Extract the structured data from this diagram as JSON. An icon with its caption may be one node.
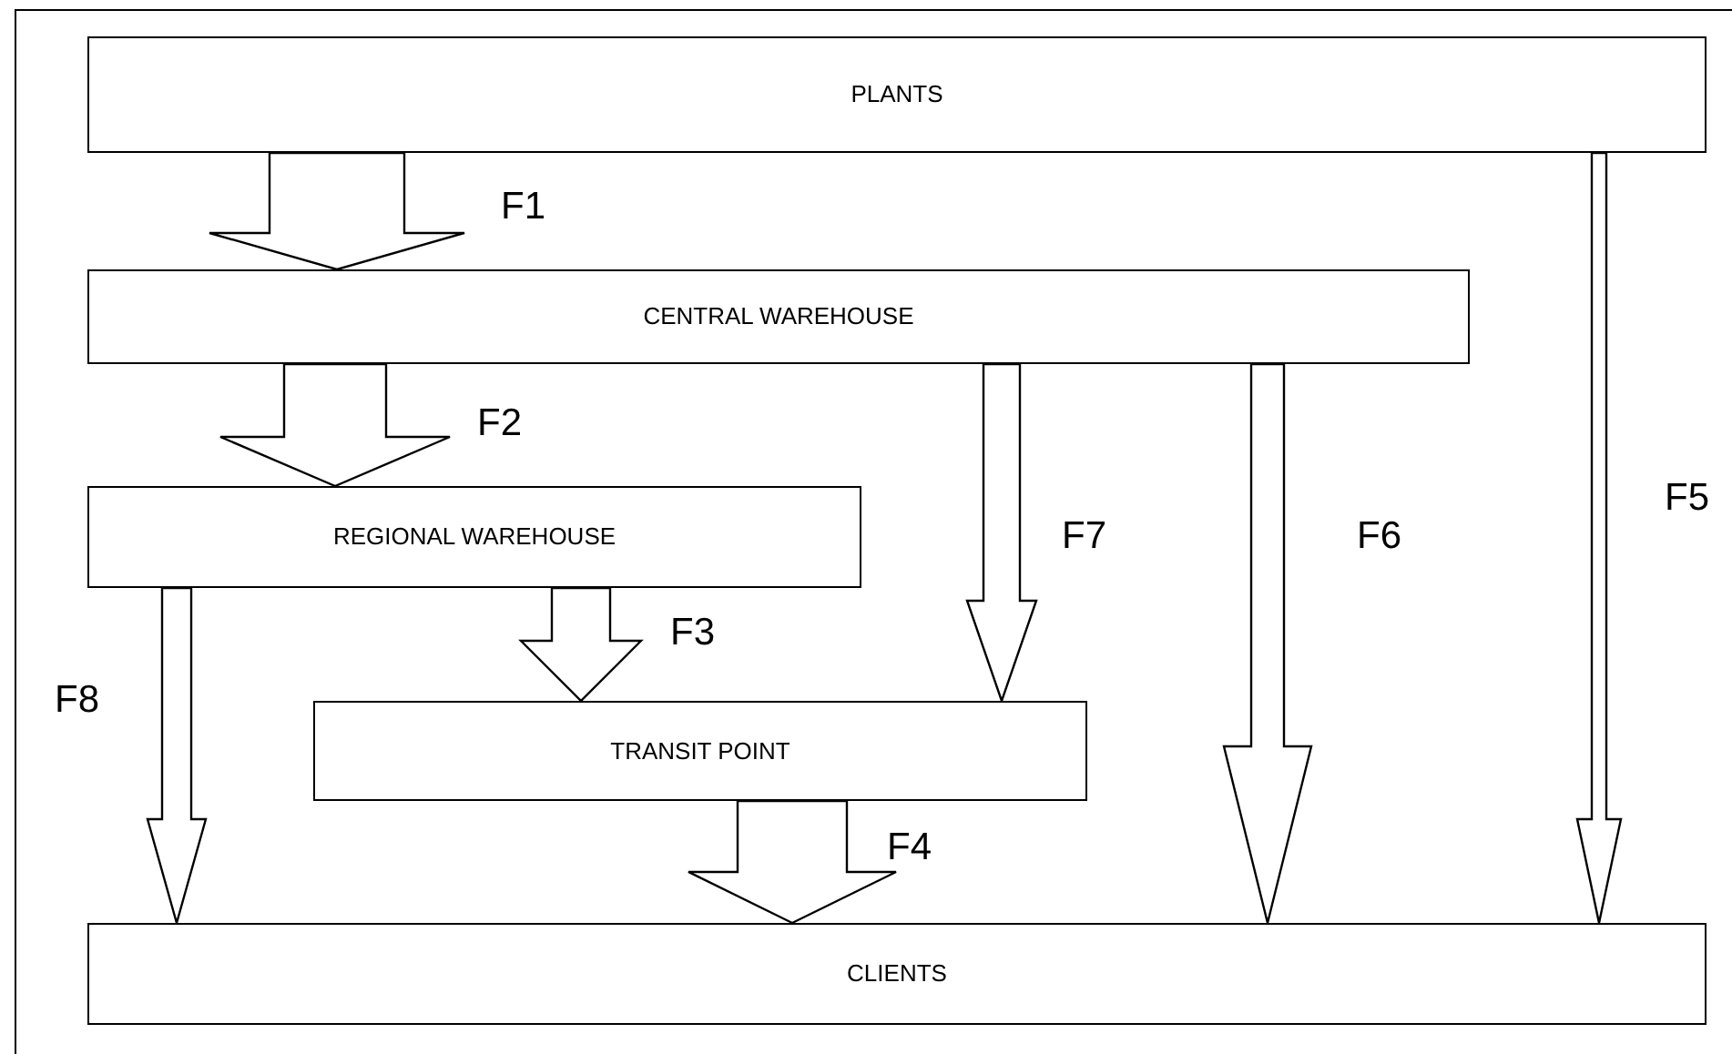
{
  "diagram": {
    "nodes": [
      {
        "text": [
          "PLANTS"
        ]
      },
      {
        "text": [
          "CENTRAL WAREHOUSE"
        ]
      },
      {
        "text": [
          "REGIONAL WAREHOUSE"
        ]
      },
      {
        "text": [
          "TRANSIT POINT"
        ]
      },
      {
        "text": [
          "CLIENTS"
        ]
      }
    ],
    "edges": [
      {
        "from": 0,
        "to": 1,
        "arrow": "to",
        "label": "F1"
      },
      {
        "from": 1,
        "to": 2,
        "arrow": "to",
        "label": "F2"
      },
      {
        "from": 2,
        "to": 3,
        "arrow": "to",
        "label": "F3"
      },
      {
        "from": 3,
        "to": 4,
        "arrow": "to",
        "label": "F4"
      },
      {
        "from": 0,
        "to": 4,
        "arrow": "to",
        "label": "F5"
      },
      {
        "from": 1,
        "to": 4,
        "arrow": "to",
        "label": "F6"
      },
      {
        "from": 1,
        "to": 3,
        "arrow": "to",
        "label": "F7"
      },
      {
        "from": 2,
        "to": 4,
        "arrow": "to",
        "label": "F8"
      }
    ]
  }
}
